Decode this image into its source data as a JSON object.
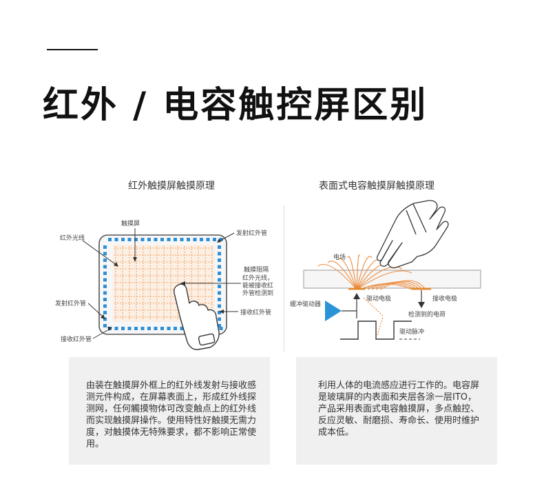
{
  "title": "红外 / 电容触控屏区别",
  "left": {
    "heading": "红外触摸屏触摸原理",
    "labels": {
      "screen": "触摸屏",
      "ir_light": "红外光线",
      "emit_top": "发射红外管",
      "block_1": "触摸阻隔",
      "block_2": "红外光线，",
      "block_3": "能被接收红",
      "block_4": "外管检测到",
      "emit_left": "发射红外管",
      "receive_right": "接收红外管",
      "receive_bottom": "接收红外管"
    },
    "description": "由装在触摸屏外框上的红外线发射与接收感测元件构成，在屏幕表面上，形成红外线探测网，任何觸摸物体可改变触点上的红外线而实现触摸屏操作。使用特性好触摸无需力度，对触摸体无特殊要求，都不影响正常使用。"
  },
  "right": {
    "heading": "表面式电容触摸屏触摸原理",
    "labels": {
      "field": "电场",
      "drive_electrode": "驱动电极",
      "sense_electrode": "接收电极",
      "buffer_driver": "缓冲驱动器",
      "detected_charge": "检测到的电荷",
      "drive_pulse": "驱动脉冲"
    },
    "description": "利用人体的电流感应进行工作的。电容屏是玻璃屏的内表面和夹层各涂一层ITO，产品采用表面式电容触摸屏，多点触控、反应灵敏、耐磨损、寿命长、使用时维护成本低。"
  },
  "colors": {
    "emitter_blue": "#2e8fd6",
    "ir_orange": "#f0a060",
    "field_orange": "#ec8a3c",
    "buffer_blue": "#2b93d8",
    "panel_gray": "#f0f0f0"
  }
}
